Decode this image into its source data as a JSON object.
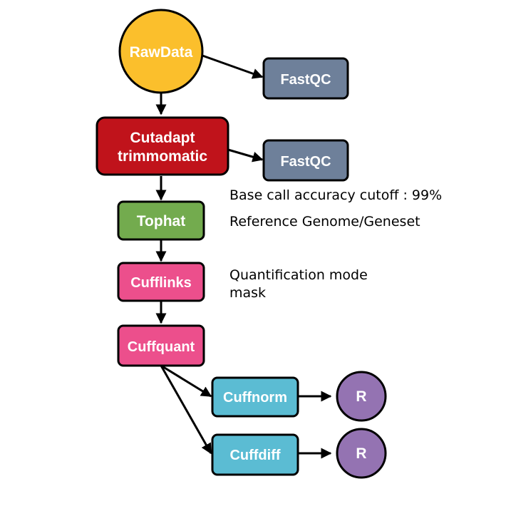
{
  "nodes": {
    "rawdata": "RawData",
    "fastqc_1": "FastQC",
    "cutadapt_line1": "Cutadapt",
    "cutadapt_line2": "trimmomatic",
    "fastqc_2": "FastQC",
    "tophat": "Tophat",
    "cufflinks": "Cufflinks",
    "cuffquant": "Cuffquant",
    "cuffnorm": "Cuffnorm",
    "cuffdiff": "Cuffdiff",
    "r_1": "R",
    "r_2": "R"
  },
  "notes": {
    "base_call": "Base call accuracy cutoff : 99%",
    "reference": "Reference Genome/Geneset",
    "quant_line1": "Quantification mode",
    "quant_line2": "mask"
  },
  "colors": {
    "rawdata": "#FBBF2C",
    "fastqc": "#6E809A",
    "cutadapt": "#C0131B",
    "tophat": "#73AB4E",
    "cuff": "#EC4F8C",
    "cuffnorm": "#5BBCD3",
    "r": "#9473B2"
  }
}
